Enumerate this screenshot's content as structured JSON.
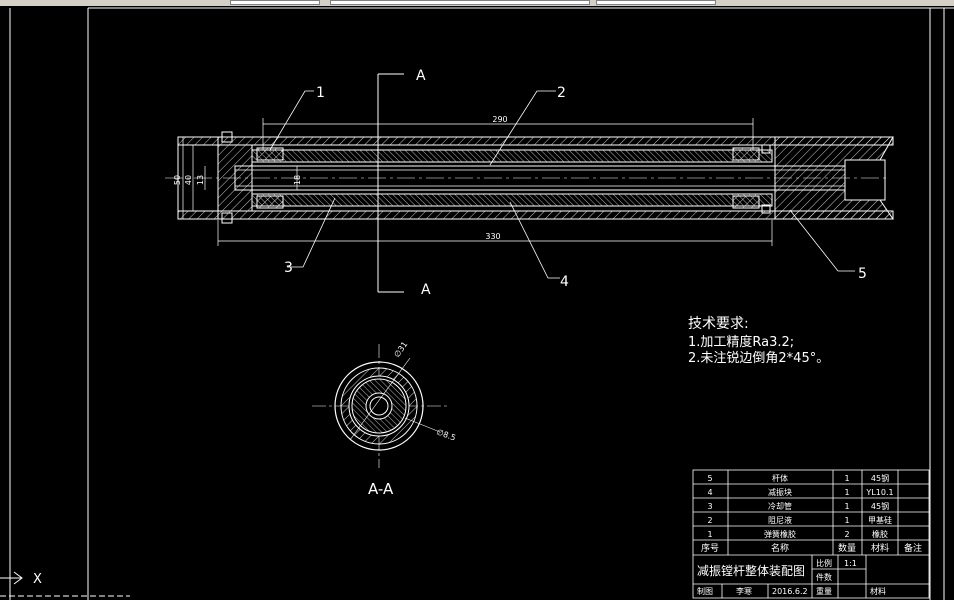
{
  "drawing": {
    "part_labels": [
      "1",
      "2",
      "3",
      "4",
      "5"
    ],
    "section_mark": "A",
    "section_title": "A-A",
    "dims": {
      "len_290": "290",
      "len_330": "330",
      "dia_50": "50",
      "dia_40": "40",
      "dia_13": "13",
      "dia_18": "18",
      "r_sec": "∅31",
      "r_sec2": "∅8.5"
    },
    "tech_req": {
      "title": "技术要求:",
      "line1": "1.加工精度Ra3.2;",
      "line2": "2.未注锐边倒角2*45°。"
    },
    "ucs_label": "X"
  },
  "title_block": {
    "rows": [
      {
        "no": "5",
        "name": "杆体",
        "qty": "1",
        "material": "45钢"
      },
      {
        "no": "4",
        "name": "减振块",
        "qty": "1",
        "material": "YL10.1"
      },
      {
        "no": "3",
        "name": "冷却管",
        "qty": "1",
        "material": "45钢"
      },
      {
        "no": "2",
        "name": "阻尼液",
        "qty": "1",
        "material": "甲基硅"
      },
      {
        "no": "1",
        "name": "弹簧橡胶",
        "qty": "2",
        "material": "橡胶"
      }
    ],
    "headers": {
      "no": "序号",
      "name": "名称",
      "qty": "数量",
      "material": "材料",
      "note": "备注"
    },
    "title": "减振镗杆整体装配图",
    "scale_label": "比例",
    "scale_value": "1:1",
    "count_label": "件数",
    "drawn_label": "制图",
    "drawn_name": "李寒",
    "date": "2016.6.2",
    "weight_label": "重量",
    "material_label": "材料"
  },
  "colors": {
    "background": "#000000",
    "lines": "#ffffff",
    "toolbar": "#d4d0c8"
  }
}
